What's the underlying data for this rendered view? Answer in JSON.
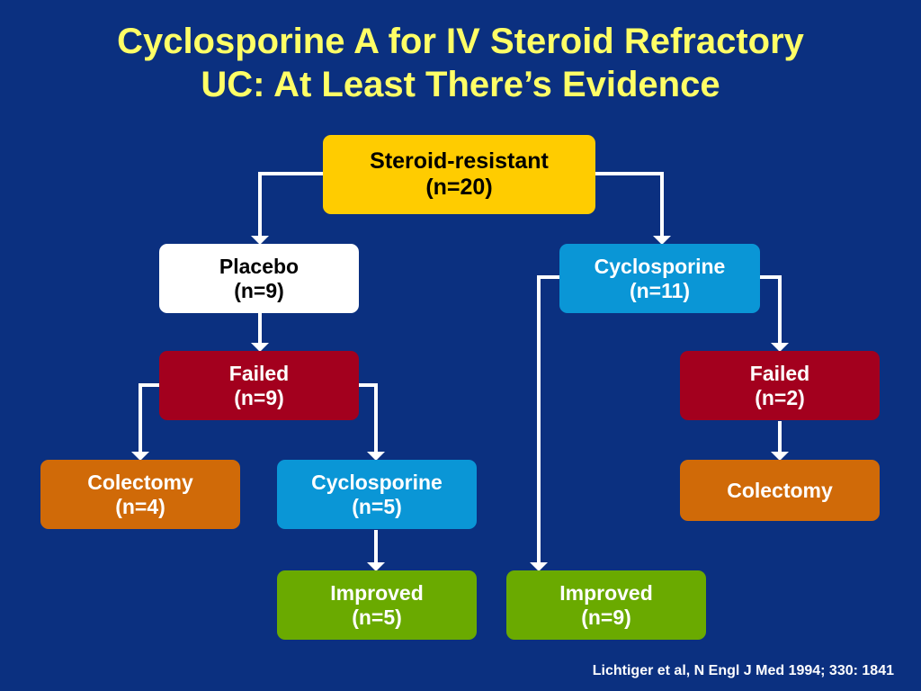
{
  "title": {
    "line1": "Cyclosporine A for IV Steroid Refractory",
    "line2": "UC: At Least There’s Evidence"
  },
  "nodes": {
    "root": {
      "line1": "Steroid-resistant",
      "line2": "(n=20)"
    },
    "placebo": {
      "line1": "Placebo",
      "line2": "(n=9)"
    },
    "cyclosporine_arm": {
      "line1": "Cyclosporine",
      "line2": "(n=11)"
    },
    "placebo_failed": {
      "line1": "Failed",
      "line2": "(n=9)"
    },
    "cyclo_failed": {
      "line1": "Failed",
      "line2": "(n=2)"
    },
    "placebo_colectomy": {
      "line1": "Colectomy",
      "line2": "(n=4)"
    },
    "rescue_cyclosporine": {
      "line1": "Cyclosporine",
      "line2": "(n=5)"
    },
    "cyclo_colectomy": {
      "line1": "Colectomy"
    },
    "rescue_improved": {
      "line1": "Improved",
      "line2": "(n=5)"
    },
    "cyclo_improved": {
      "line1": "Improved",
      "line2": "(n=9)"
    }
  },
  "colors": {
    "background": "#0b3080",
    "title": "#ffff66",
    "root": "#ffcc00",
    "placebo": "#ffffff",
    "cyclosporine": "#0a96d6",
    "failed": "#a3001e",
    "colectomy": "#d06a08",
    "improved": "#6aaa00",
    "connector": "#ffffff"
  },
  "citation": "Lichtiger et al, N Engl J Med 1994; 330: 1841"
}
